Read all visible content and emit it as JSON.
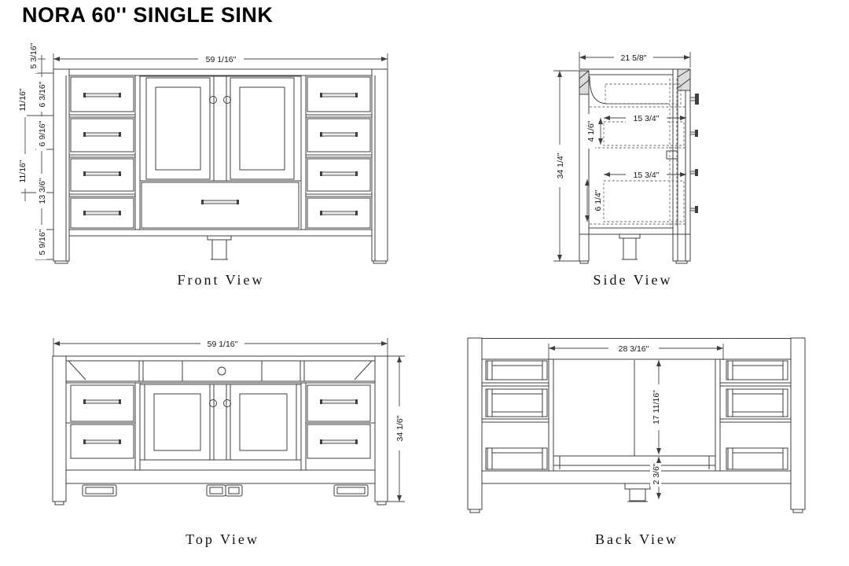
{
  "title": "NORA 60'' SINGLE SINK",
  "colors": {
    "line": "#3f3f3f",
    "text": "#161616",
    "background": "#ffffff"
  },
  "views": {
    "front": {
      "caption": "Front View",
      "dim_width": "59 1/16\"",
      "dim_top_offset": "5 3/16\"",
      "dim_rail_upper": "11/16\"",
      "dim_drawer_upper": "6 3/16\"",
      "dim_drawer_second": "6 9/16\"",
      "dim_rail_lower": "11/16\"",
      "dim_middle_section": "13 3/6\"",
      "dim_bottom_section": "5 9/16\""
    },
    "side": {
      "caption": "Side View",
      "dim_depth": "21 5/8\"",
      "dim_height": "34 1/4\"",
      "dim_drawer_depth_upper": "15 3/4\"",
      "dim_drawer_height_upper": "4 1/6\"",
      "dim_drawer_depth_lower": "15 3/4\"",
      "dim_drawer_height_lower": "6 1/4\""
    },
    "top": {
      "caption": "Top View",
      "dim_width": "59 1/16\"",
      "dim_height": "34 1/6\""
    },
    "back": {
      "caption": "Back View",
      "dim_opening_width": "28 3/16\"",
      "dim_opening_height": "17 11/16\"",
      "dim_bottom_offset": "2 3/6\""
    }
  }
}
